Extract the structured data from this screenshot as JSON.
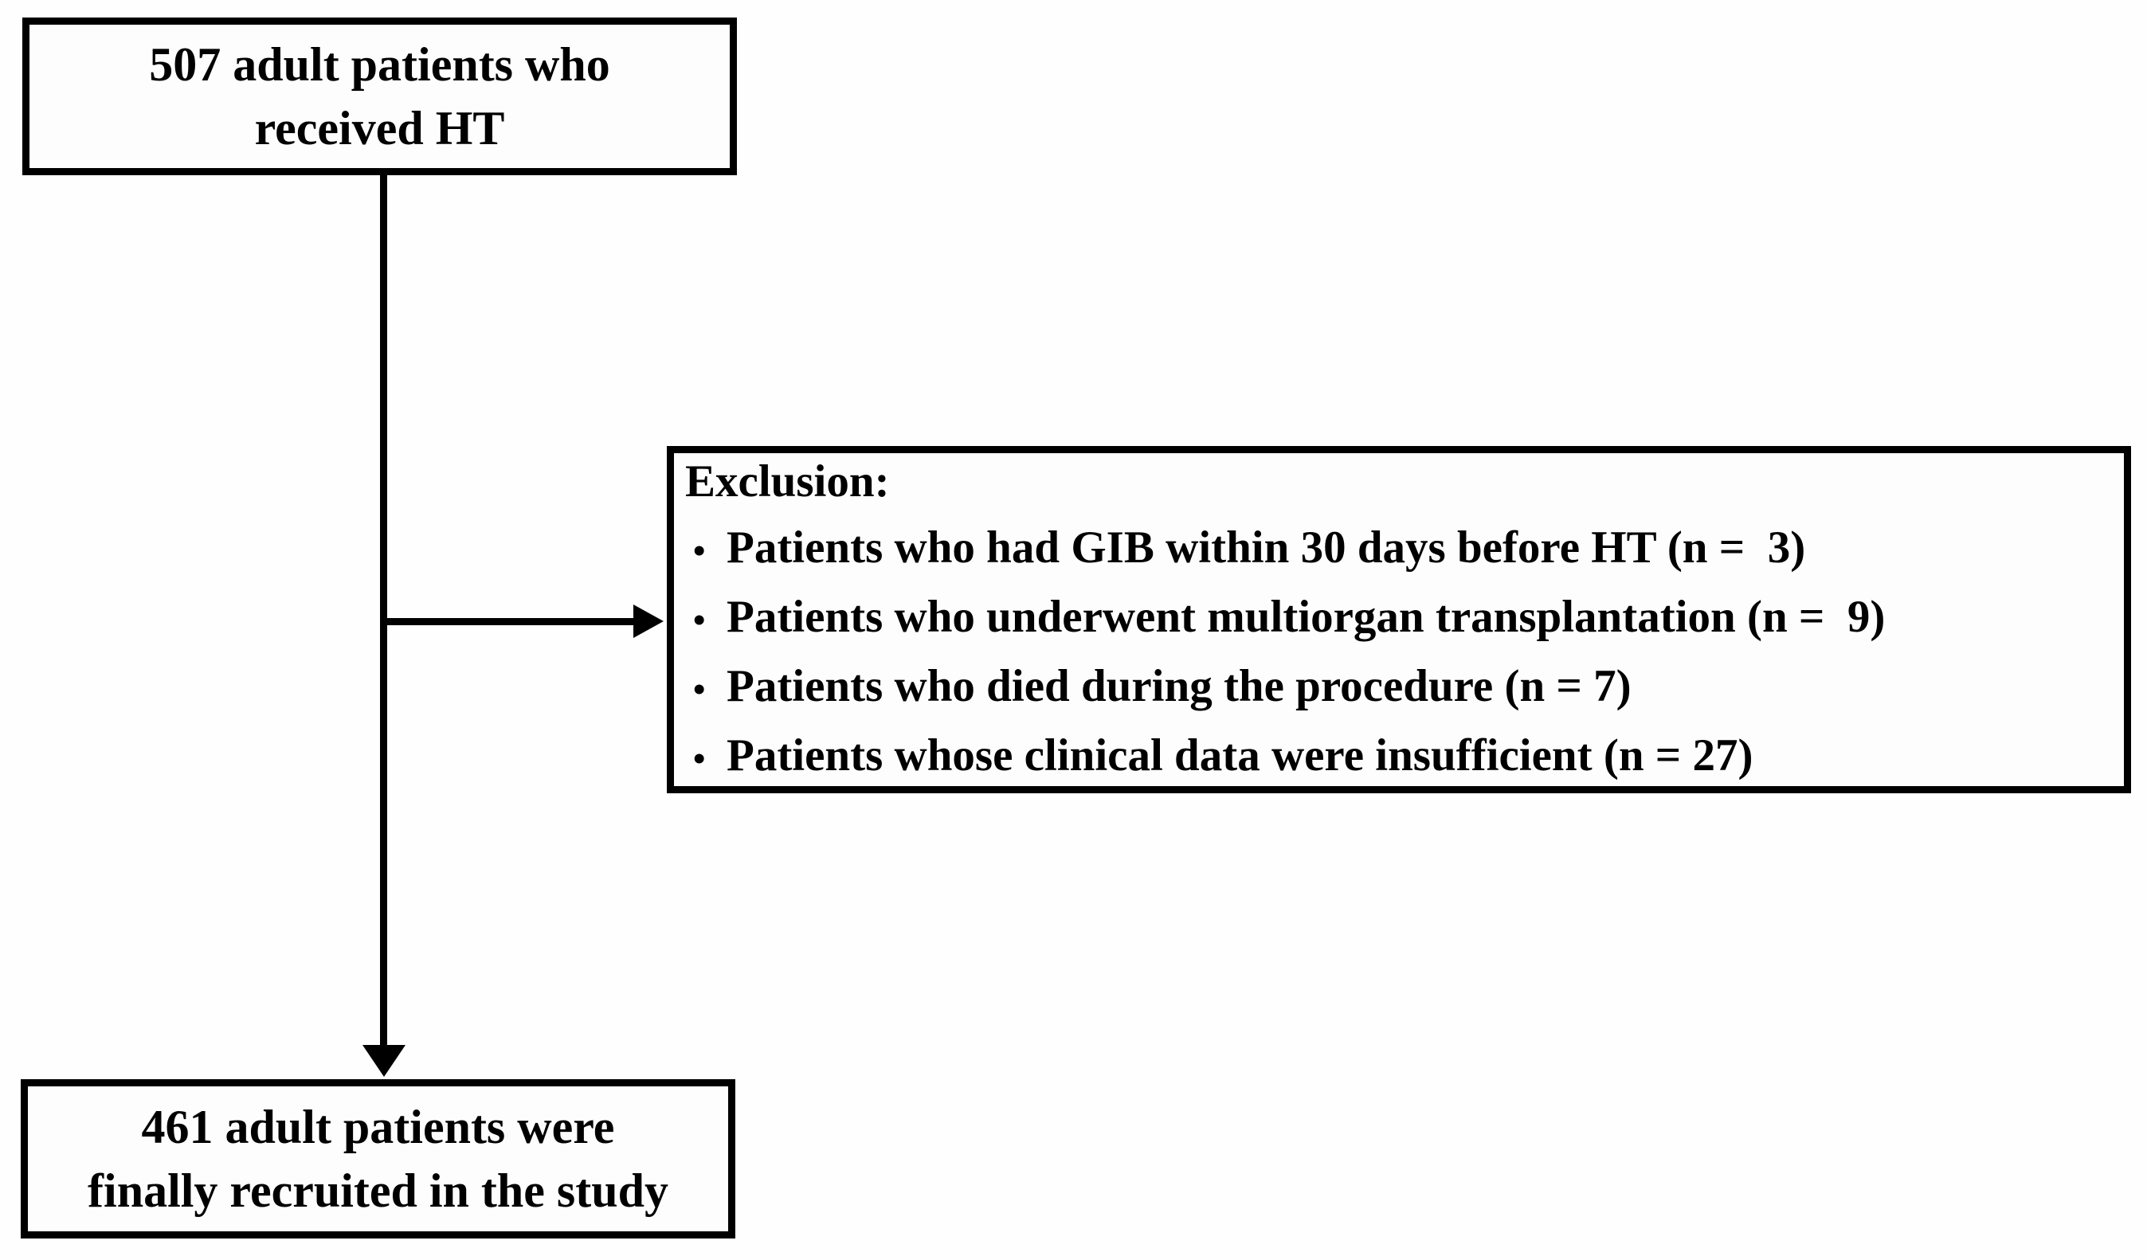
{
  "colors": {
    "background": "#fefefe",
    "box_border": "#000000",
    "text": "#000000",
    "connector": "#000000"
  },
  "flowchart": {
    "top_box": {
      "lines": [
        "507 adult patients who",
        "received HT"
      ]
    },
    "exclusion_box": {
      "heading": "Exclusion:",
      "bullet_glyph": "•",
      "items": [
        "Patients who had GIB within 30 days before HT (n =  3)",
        "Patients who underwent multiorgan transplantation (n =  9)",
        "Patients who died during the procedure (n = 7)",
        "Patients whose clinical data were insufficient (n = 27)"
      ]
    },
    "final_box": {
      "lines": [
        "461 adult patients were",
        "finally recruited in the study"
      ]
    }
  }
}
